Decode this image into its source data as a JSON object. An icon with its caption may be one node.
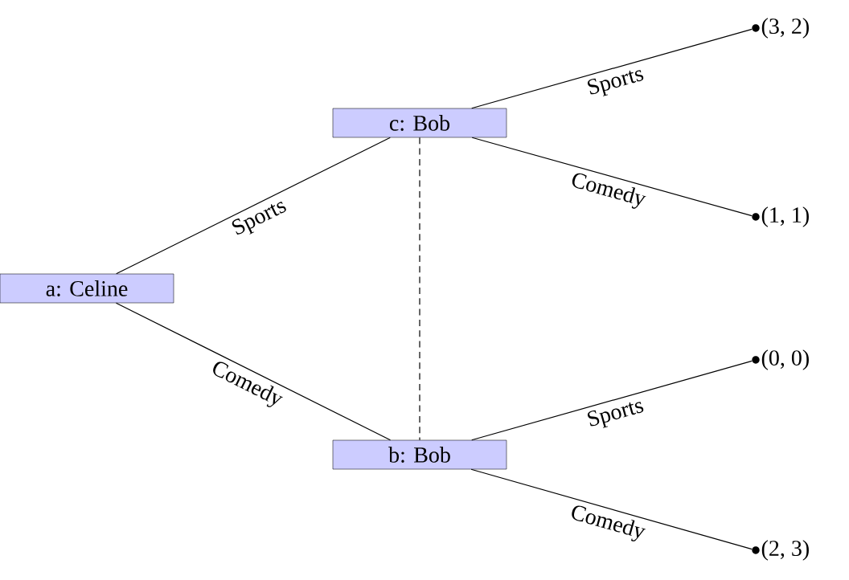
{
  "diagram": {
    "nodes": [
      {
        "text": [
          "a: Celine"
        ]
      },
      {
        "text": [
          "c: Bob"
        ]
      },
      {
        "text": [
          "b: Bob"
        ]
      },
      {
        "text": [],
        "shape": "circle",
        "beside": [
          "(3, 2)"
        ]
      },
      {
        "text": [],
        "shape": "circle",
        "beside": [
          "(1, 1)"
        ]
      },
      {
        "text": [],
        "shape": "circle",
        "beside": [
          "(0, 0)"
        ]
      },
      {
        "text": [],
        "shape": "circle",
        "beside": [
          "(2, 3)"
        ]
      }
    ],
    "edges": [
      {
        "from": 0,
        "to": 1,
        "arrow": "none",
        "label": "Sports"
      },
      {
        "from": 0,
        "to": 2,
        "arrow": "none",
        "label": "Comedy"
      },
      {
        "from": 1,
        "to": 3,
        "arrow": "none",
        "label": "Sports"
      },
      {
        "from": 1,
        "to": 4,
        "arrow": "none",
        "label": "Comedy"
      },
      {
        "from": 2,
        "to": 5,
        "arrow": "none",
        "label": "Sports"
      },
      {
        "from": 2,
        "to": 6,
        "arrow": "none",
        "label": "Comedy"
      },
      {
        "from": 1,
        "to": 2,
        "arrow": "none",
        "style": "dashed"
      }
    ]
  }
}
